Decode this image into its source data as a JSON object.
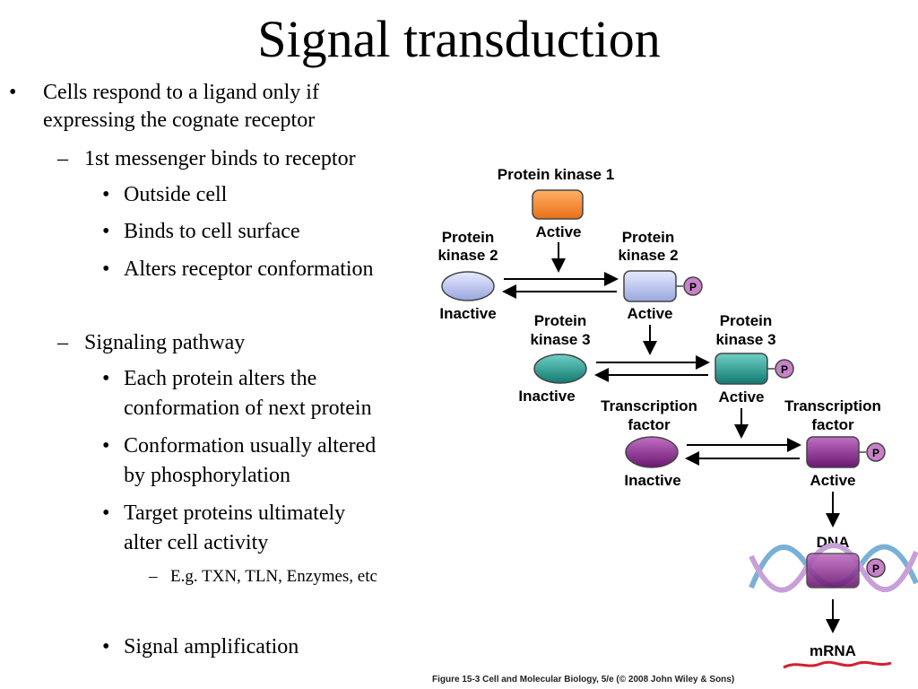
{
  "slide": {
    "title": "Signal transduction",
    "bullets": {
      "b1_line1": "Cells respond to a ligand only if",
      "b1_line2": "expressing the cognate receptor",
      "b1a": "1st messenger binds to receptor",
      "b1a_i": "Outside cell",
      "b1a_ii": "Binds to cell surface",
      "b1a_iii": "Alters receptor conformation",
      "b1b": "Signaling pathway",
      "b1b_i_line1": "Each protein alters the",
      "b1b_i_line2": "conformation of next protein",
      "b1b_ii_line1": "Conformation usually altered",
      "b1b_ii_line2": "by phosphorylation",
      "b1b_iii_line1": "Target proteins ultimately",
      "b1b_iii_line2": "alter cell activity",
      "b1b_iii_a": "E.g. TXN, TLN, Enzymes, etc",
      "b1c": "Signal amplification"
    },
    "bullet_symbols": {
      "round": "•",
      "dash": "–"
    }
  },
  "figure": {
    "pk1_label": "Protein kinase 1",
    "pk1_state": "Active",
    "pk2_line1": "Protein",
    "pk2_line2": "kinase 2",
    "pk3_line1": "Protein",
    "pk3_line2": "kinase 3",
    "tf_line1": "Transcription",
    "tf_line2": "factor",
    "inactive": "Inactive",
    "active": "Active",
    "phospho": "P",
    "dna": "DNA",
    "mrna": "mRNA",
    "colors": {
      "pk1": "#f08a2c",
      "pk2": "#b9c2ee",
      "pk3": "#1e9a8e",
      "tf": "#8a2a8c",
      "phospho": "#c882c8",
      "mrna": "#d62030"
    }
  },
  "caption": "Figure 15-3  Cell and Molecular Biology, 5/e (© 2008 John Wiley & Sons)"
}
